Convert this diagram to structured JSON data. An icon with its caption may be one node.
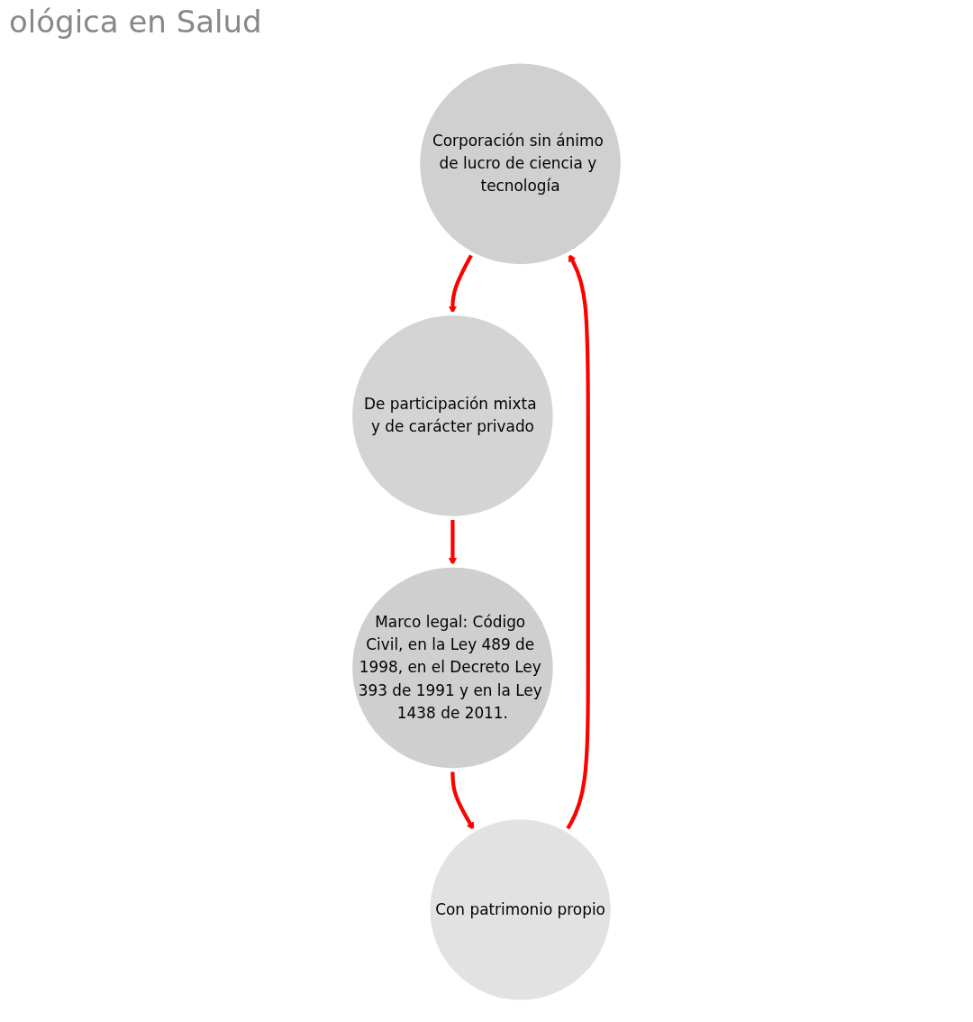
{
  "diagram": {
    "title": "ológica en Salud",
    "nodes": [
      {
        "text": [
          "Corporación sin ánimo de lucro de ciencia y tecnología"
        ]
      },
      {
        "text": [
          "De participación mixta y de carácter privado"
        ]
      },
      {
        "text": [
          "Marco legal: Código Civil, en la Ley 489 de 1998, en el Decreto Ley 393 de 1991 y en la Ley 1438 de 2011."
        ]
      },
      {
        "text": [
          "Con patrimonio propio"
        ]
      }
    ],
    "edges": [
      {
        "from": 0,
        "to": 1,
        "arrow": "to",
        "color": "#ff0000"
      },
      {
        "from": 1,
        "to": 2,
        "arrow": "to",
        "color": "#ff0000"
      },
      {
        "from": 2,
        "to": 3,
        "arrow": "to",
        "color": "#ff0000"
      },
      {
        "from": 3,
        "to": 0,
        "arrow": "to",
        "color": "#ff0000"
      }
    ]
  }
}
